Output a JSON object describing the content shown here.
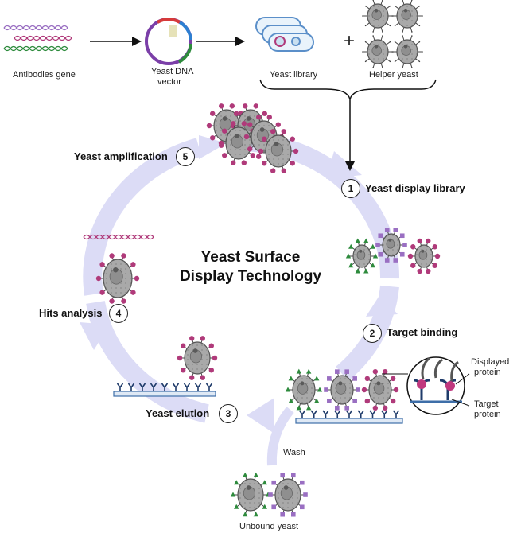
{
  "title": {
    "line1": "Yeast Surface",
    "line2": "Display Technology"
  },
  "top": {
    "antibodies_gene": "Antibodies gene",
    "vector_line1": "Yeast DNA",
    "vector_line2": "vector",
    "yeast_library": "Yeast library",
    "helper_yeast": "Helper yeast",
    "plus": "+"
  },
  "steps": [
    {
      "num": "1",
      "label": "Yeast display library"
    },
    {
      "num": "2",
      "label": "Target binding"
    },
    {
      "num": "3",
      "label": "Yeast elution"
    },
    {
      "num": "4",
      "label": "Hits analysis"
    },
    {
      "num": "5",
      "label": "Yeast amplification"
    }
  ],
  "inset": {
    "displayed_line1": "Displayed",
    "displayed_line2": "protein",
    "target_line1": "Target",
    "target_line2": "protein"
  },
  "wash": "Wash",
  "unbound": "Unbound yeast",
  "colors": {
    "magenta": "#b03a7a",
    "purple": "#9a6fc2",
    "green": "#2e8b3d",
    "cycle": "#dcdcf6",
    "cell": "#a9a9a9",
    "substrate": "#3e6ea8"
  }
}
